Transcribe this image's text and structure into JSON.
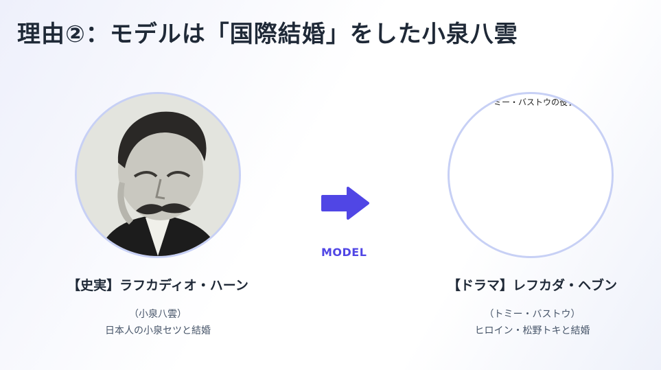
{
  "slide": {
    "title": "理由②：モデルは「国際結婚」をした小泉八雲",
    "model_label": "MODEL",
    "arrow_color": "#5046e5",
    "circle_border_color": "#c7d0f5"
  },
  "left": {
    "name": "【史実】ラフカディオ・ハーン",
    "alias": "（小泉八雲）",
    "note": "日本人の小泉セツと結婚",
    "image": "historical-portrait-photo"
  },
  "right": {
    "image_alt_text": "トミー・バストウの役衣",
    "name": "【ドラマ】レフカダ・ヘブン",
    "alias": "（トミー・バストウ）",
    "note": "ヒロイン・松野トキと結婚"
  }
}
